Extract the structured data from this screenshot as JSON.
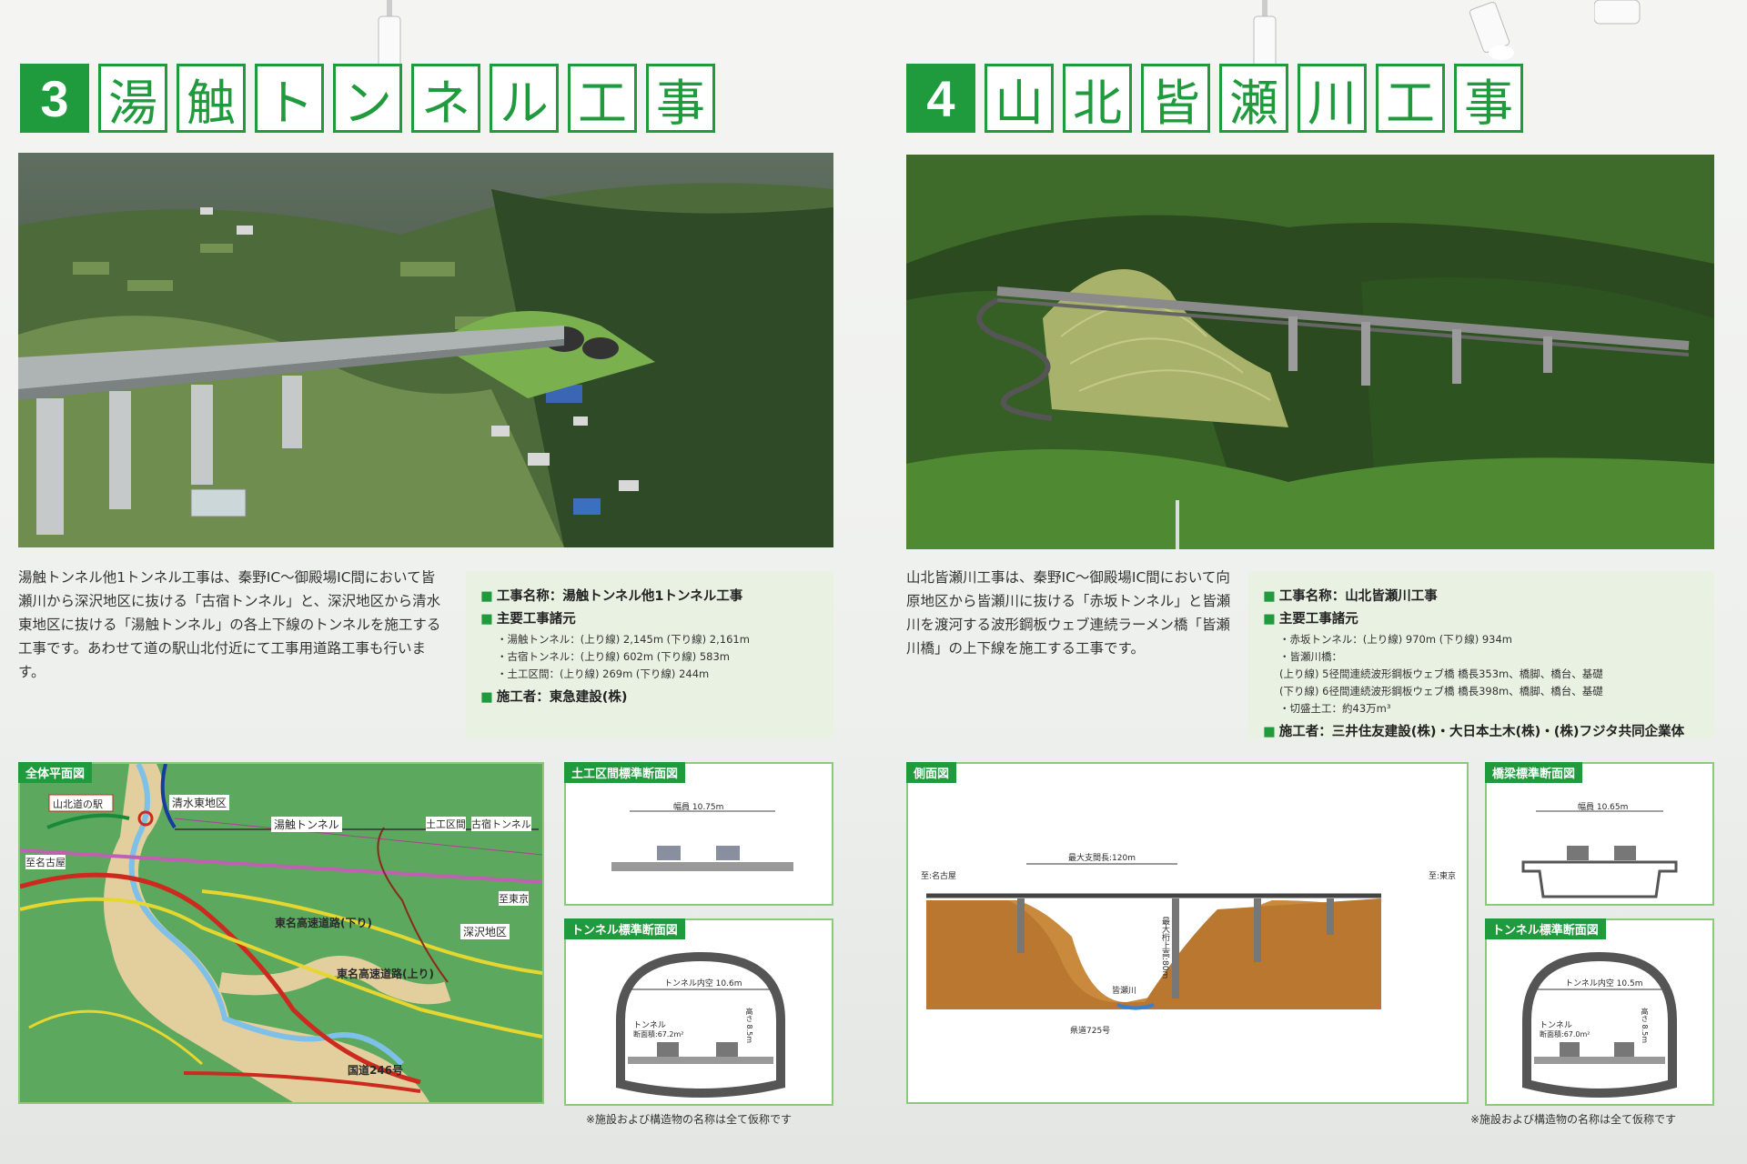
{
  "left": {
    "number": "3",
    "title_chars": [
      "湯",
      "触",
      "ト",
      "ン",
      "ネ",
      "ル",
      "工",
      "事"
    ],
    "description": "湯触トンネル他1トンネル工事は、秦野IC〜御殿場IC間において皆瀬川から深沢地区に抜ける「古宿トンネル」と、深沢地区から清水東地区に抜ける「湯触トンネル」の各上下線のトンネルを施工する工事です。あわせて道の駅山北付近にて工事用道路工事も行います。",
    "spec": {
      "name_label": "工事名称：湯触トンネル他1トンネル工事",
      "main_label": "主要工事諸元",
      "items": [
        "・湯触トンネル：(上り線) 2,145m (下り線) 2,161m",
        "・古宿トンネル：(上り線) 602m (下り線) 583m",
        "・土工区間：(上り線) 269m (下り線) 244m"
      ],
      "contractor": "施工者：東急建設(株)"
    },
    "map": {
      "label": "全体平面図",
      "station": "山北道の駅",
      "shimizu": "清水東地区",
      "yufure": "湯触トンネル",
      "doko": "土工区間",
      "furuyado": "古宿トンネル",
      "to_nagoya": "至名古屋",
      "to_tokyo": "至東京",
      "tomei_down": "東名高速道路(下り)",
      "tomei_up": "東名高速道路(上り)",
      "fukasawa": "深沢地区",
      "route246": "国道246号"
    },
    "section1": {
      "label": "土工区間標準断面図",
      "width": "幅員 10.75m"
    },
    "section2": {
      "label": "トンネル標準断面図",
      "inner": "トンネル内空 10.6m",
      "area_title": "トンネル",
      "area": "断面積:67.2m²",
      "height": "高さ 8.5m"
    },
    "footnote": "※施設および構造物の名称は全て仮称です"
  },
  "right": {
    "number": "4",
    "title_chars": [
      "山",
      "北",
      "皆",
      "瀬",
      "川",
      "工",
      "事"
    ],
    "description": "山北皆瀬川工事は、秦野IC〜御殿場IC間において向原地区から皆瀬川に抜ける「赤坂トンネル」と皆瀬川を渡河する波形鋼板ウェブ連続ラーメン橋「皆瀬川橋」の上下線を施工する工事です。",
    "spec": {
      "name_label": "工事名称：山北皆瀬川工事",
      "main_label": "主要工事諸元",
      "items": [
        "・赤坂トンネル：(上り線) 970m (下り線) 934m",
        "・皆瀬川橋：",
        "(上り線) 5径間連続波形鋼板ウェブ橋 橋長353m、橋脚、橋台、基礎",
        "(下り線) 6径間連続波形鋼板ウェブ橋 橋長398m、橋脚、橋台、基礎",
        "・切盛土工：約43万m³"
      ],
      "contractor": "施工者：三井住友建設(株)・大日本土木(株)・(株)フジタ共同企業体"
    },
    "side": {
      "label": "側面図",
      "span": "最大支間長:120m",
      "to_nagoya": "至:名古屋",
      "to_tokyo": "至:東京",
      "river": "皆瀬川",
      "height": "最大桁上高:80m",
      "pref_road": "県道725号"
    },
    "section1": {
      "label": "橋梁標準断面図",
      "width": "幅員 10.65m"
    },
    "section2": {
      "label": "トンネル標準断面図",
      "inner": "トンネル内空 10.5m",
      "area_title": "トンネル",
      "area": "断面積:67.0m²",
      "height": "高さ 8.5m"
    },
    "footnote": "※施設および構造物の名称は全て仮称です"
  }
}
